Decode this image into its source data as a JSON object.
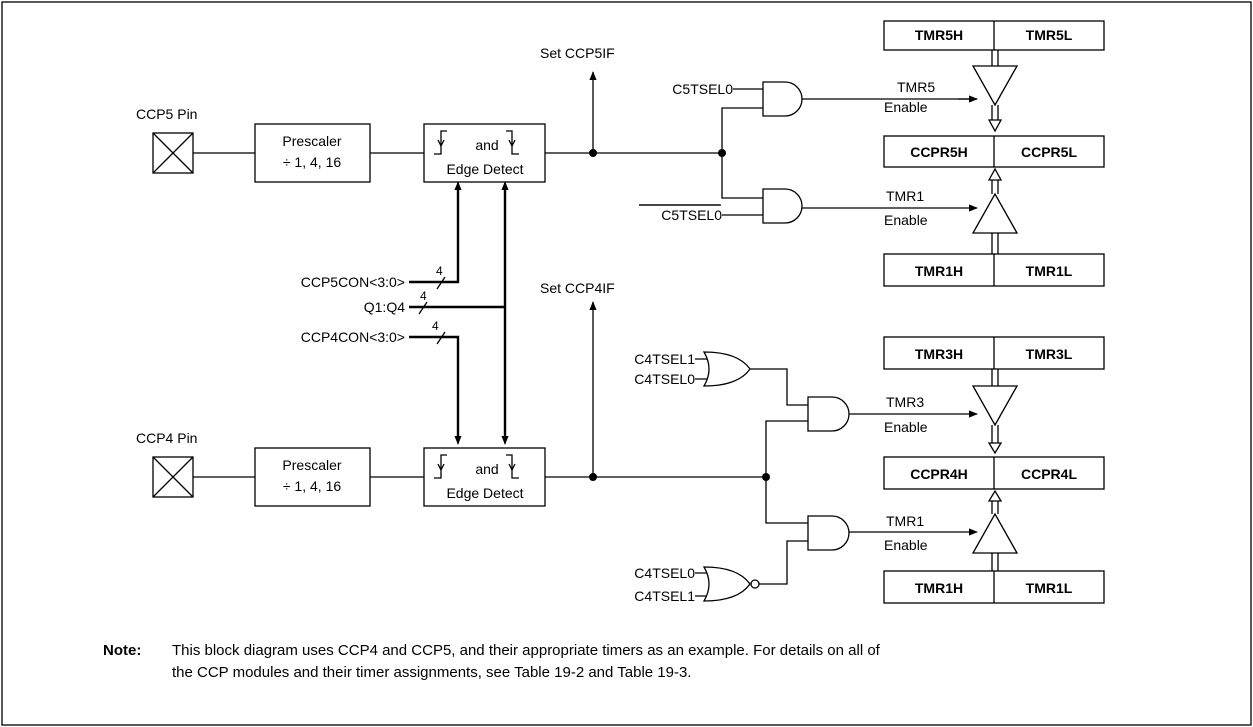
{
  "pins": {
    "ccp5": "CCP5 Pin",
    "ccp4": "CCP4 Pin"
  },
  "prescaler": {
    "title": "Prescaler",
    "ratio": "÷ 1, 4, 16"
  },
  "edge_detect": {
    "and": "and",
    "label": "Edge Detect"
  },
  "flags": {
    "ccp5": "Set CCP5IF",
    "ccp4": "Set CCP4IF"
  },
  "controls": {
    "ccp5con": "CCP5CON<3:0>",
    "q1q4": "Q1:Q4",
    "ccp4con": "CCP4CON<3:0>",
    "bus_width": "4"
  },
  "selects": {
    "c5tsel0": "C5TSEL0",
    "c4tsel1": "C4TSEL1",
    "c4tsel0": "C4TSEL0"
  },
  "enables": {
    "tmr5": "TMR5",
    "tmr1": "TMR1",
    "tmr3": "TMR3",
    "enable": "Enable"
  },
  "registers": {
    "tmr5h": "TMR5H",
    "tmr5l": "TMR5L",
    "ccpr5h": "CCPR5H",
    "ccpr5l": "CCPR5L",
    "tmr1h": "TMR1H",
    "tmr1l": "TMR1L",
    "tmr3h": "TMR3H",
    "tmr3l": "TMR3L",
    "ccpr4h": "CCPR4H",
    "ccpr4l": "CCPR4L"
  },
  "note": {
    "label": "Note:",
    "line1": "This block diagram uses CCP4 and CCP5, and their appropriate timers as an example. For details on all of",
    "line2": "the CCP modules and their timer assignments, see Table 19-2 and Table 19-3."
  }
}
